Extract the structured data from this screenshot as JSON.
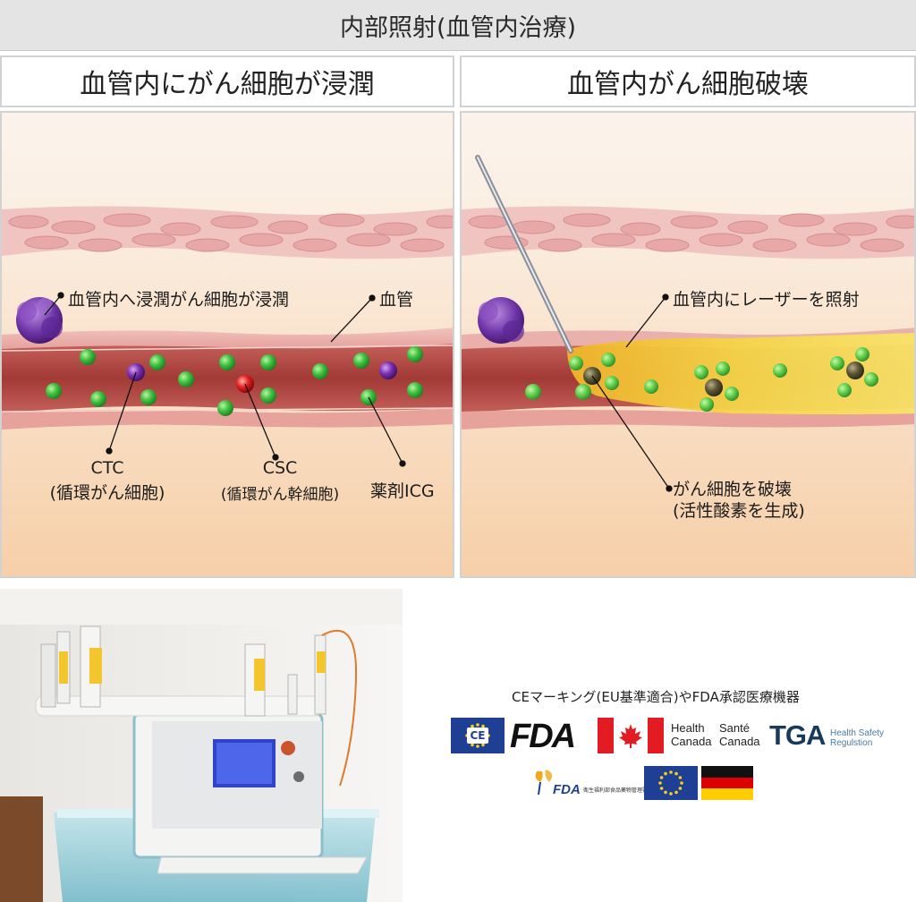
{
  "page_title": "内部照射(血管内治療)",
  "left_panel": {
    "heading": "血管内にがん細胞が浸潤",
    "labels": {
      "invading": "血管内へ浸潤がん細胞が浸潤",
      "vessel": "血管",
      "ctc": "CTC",
      "ctc_sub": "(循環がん細胞)",
      "csc": "CSC",
      "csc_sub": "(循環がん幹細胞)",
      "icg": "薬剤ICG"
    }
  },
  "right_panel": {
    "heading": "血管内がん細胞破壊",
    "labels": {
      "laser": "血管内にレーザーを照射",
      "destroy": "がん細胞を破壊",
      "destroy_sub": "(活性酸素を生成)"
    }
  },
  "certifications": {
    "title": "CEマーキング(EU基準適合)やFDA承認医療機器",
    "fda": "FDA",
    "ce": "CE",
    "health_canada_en": [
      "Health",
      "Canada"
    ],
    "health_canada_fr": [
      "Santé",
      "Canada"
    ],
    "tga": "TGA",
    "tga_sub": [
      "Health Safety",
      "Regulstion"
    ],
    "tfda": "FDA",
    "tfda_sub": "衛生福利部食品藥物管理署"
  },
  "colors": {
    "vessel_wall": "#e8a7a2",
    "blood": "#a8413d",
    "icg_green": "#3fbf3f",
    "ctc_purple": "#7a2fb0",
    "csc_red": "#d82020",
    "laser_yellow": "#f3d23a",
    "tissue": "#f7e2cf"
  }
}
